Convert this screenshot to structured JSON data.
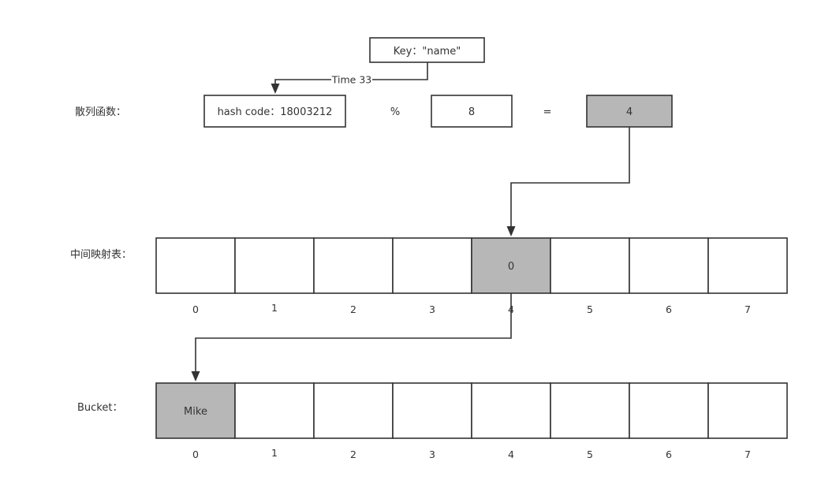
{
  "key_box": {
    "text": "Key：\"name\""
  },
  "hash_function": {
    "label": "散列函数：",
    "hash_code": "hash code：18003212",
    "edge_label": "Time 33",
    "modulo_symbol": "%",
    "divisor": "8",
    "equals_symbol": "=",
    "result": "4"
  },
  "mapping_table": {
    "label": "中间映射表：",
    "cells": [
      "",
      "",
      "",
      "",
      "0",
      "",
      "",
      ""
    ],
    "highlighted_index": 4,
    "indices": [
      "0",
      "1",
      "2",
      "3",
      "4",
      "5",
      "6",
      "7"
    ]
  },
  "bucket": {
    "label": "Bucket：",
    "cells": [
      "Mike",
      "",
      "",
      "",
      "",
      "",
      "",
      ""
    ],
    "highlighted_index": 0,
    "indices": [
      "0",
      "1",
      "2",
      "3",
      "4",
      "5",
      "6",
      "7"
    ]
  },
  "colors": {
    "stroke": "#333333",
    "highlight_fill": "#b7b7b7",
    "background": "#ffffff"
  }
}
